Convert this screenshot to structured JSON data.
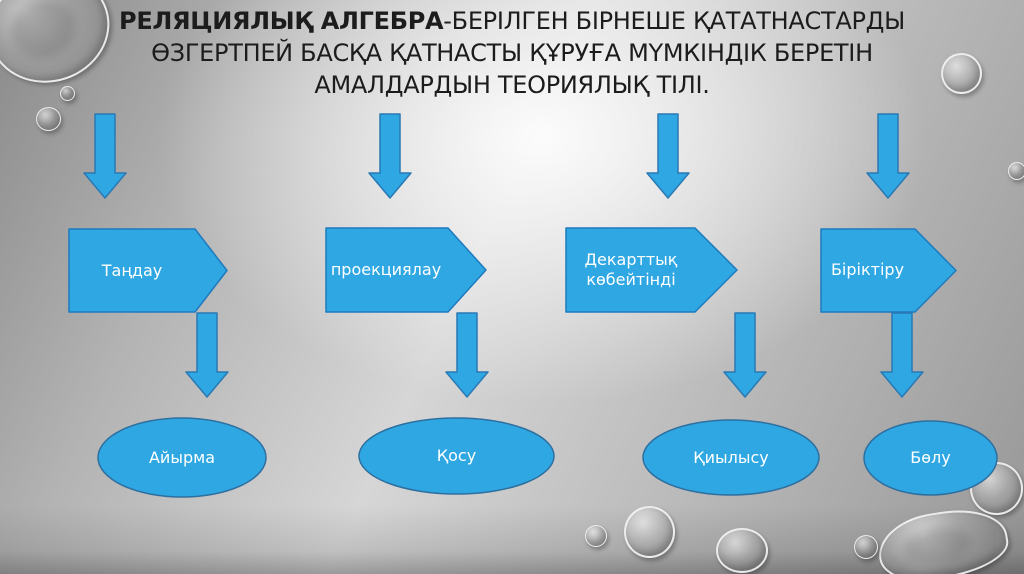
{
  "slide": {
    "title": {
      "bold": "РЕЛЯЦИЯЛЫҚ АЛГЕБРА",
      "rest": "-БЕРІЛГЕН БІРНЕШЕ ҚАТАТНАСТАРДЫ ӨЗГЕРТПЕЙ БАСҚА ҚАТНАСТЫ ҚҰРУҒА МҮМКІНДІК БЕРЕТІН АМАЛДАРДЫН ТЕОРИЯЛЫҚ ТІЛІ."
    },
    "diagram": {
      "columns": [
        {
          "operation": "Таңдау",
          "result": "Айырма"
        },
        {
          "operation": "проекциялау",
          "result": "Қосу"
        },
        {
          "operation": "Декарттық көбейтінді",
          "result": "Қиылысу"
        },
        {
          "operation": "Біріктіру",
          "result": "Бөлу"
        }
      ]
    }
  },
  "colors": {
    "shape_fill": "#2FA7E3",
    "pentagon_stroke": "#1E7ABD",
    "ellipse_stroke": "#2D6F9F",
    "arrow_stroke": "#2A79B4",
    "title_text": "#1C1C1C",
    "shape_text": "#FFFFFF"
  }
}
